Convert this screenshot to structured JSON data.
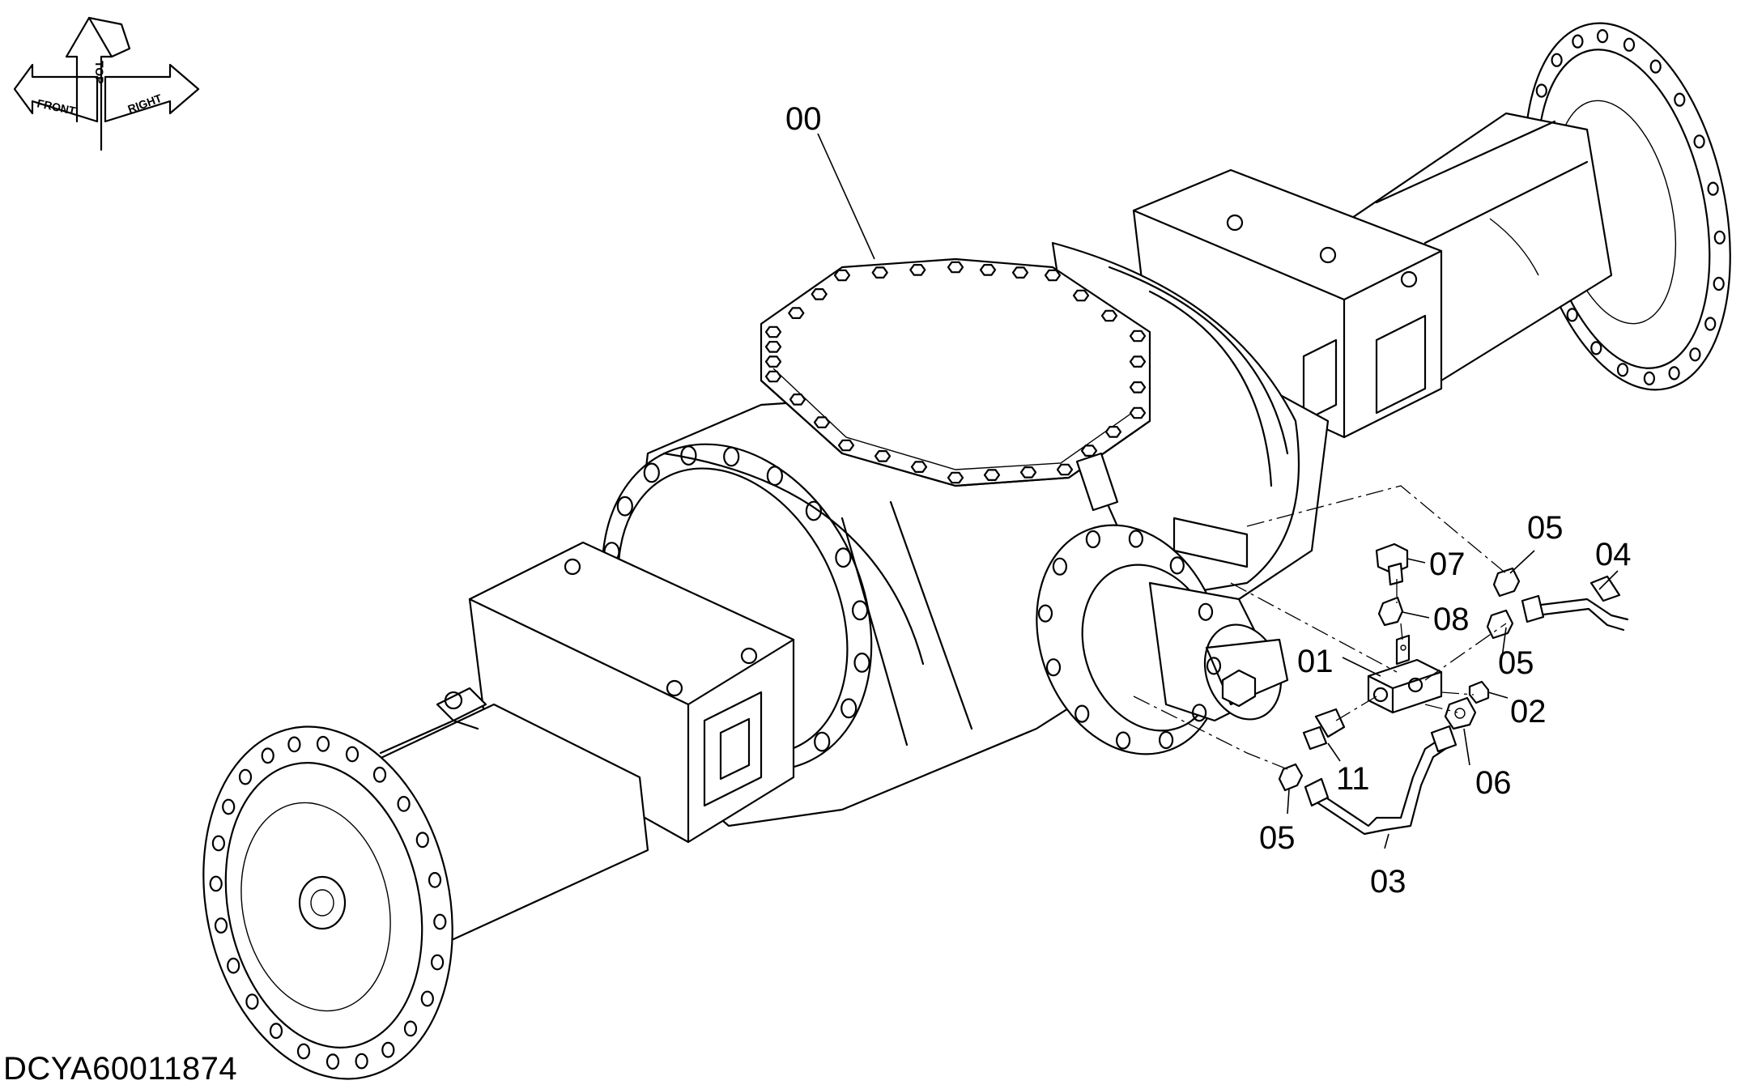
{
  "orientation": {
    "labels": [
      "FRONT",
      "TOP",
      "RIGHT"
    ]
  },
  "callouts": [
    {
      "id": "00",
      "label": "00"
    },
    {
      "id": "01",
      "label": "01"
    },
    {
      "id": "02",
      "label": "02"
    },
    {
      "id": "03",
      "label": "03"
    },
    {
      "id": "04",
      "label": "04"
    },
    {
      "id": "05a",
      "label": "05"
    },
    {
      "id": "05b",
      "label": "05"
    },
    {
      "id": "05c",
      "label": "05"
    },
    {
      "id": "06",
      "label": "06"
    },
    {
      "id": "07",
      "label": "07"
    },
    {
      "id": "08",
      "label": "08"
    },
    {
      "id": "11",
      "label": "11"
    }
  ],
  "drawing_code": "DCYA60011874"
}
